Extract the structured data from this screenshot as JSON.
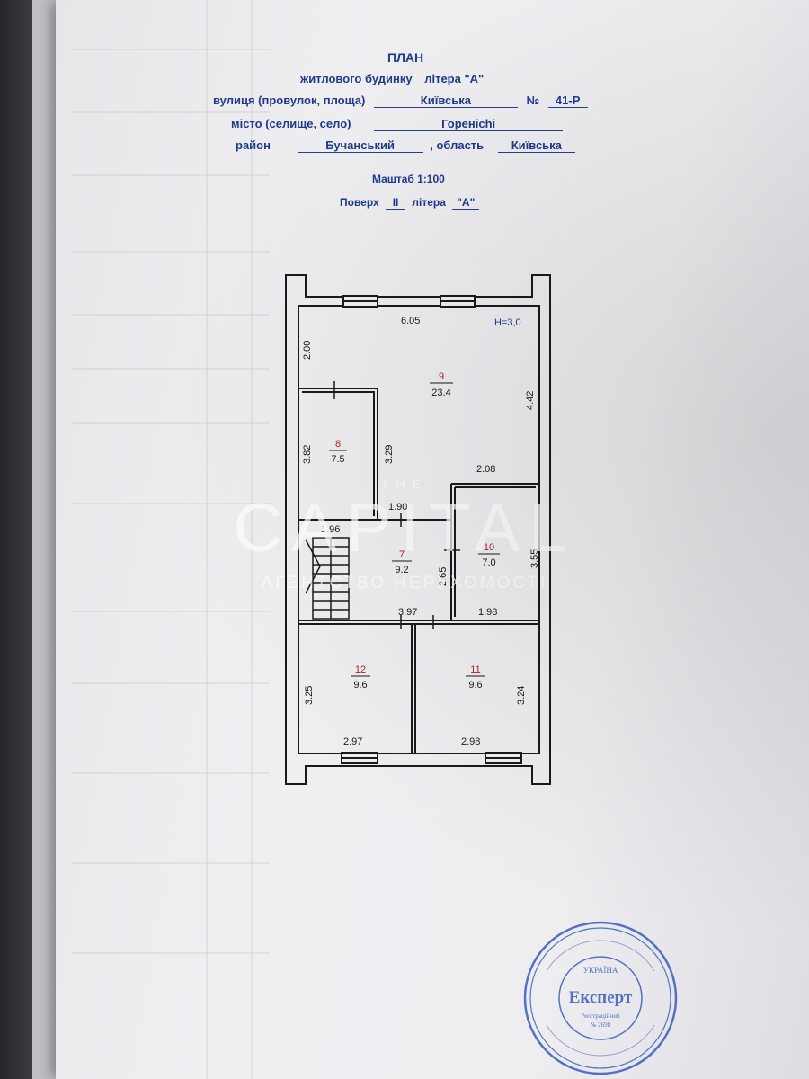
{
  "header": {
    "title": "ПЛАН",
    "subtitle_prefix": "житлового будинку",
    "subtitle_letter": "літера \"А\"",
    "street_label": "вулиця (провулок, площа)",
    "street_value": "Київська",
    "number_label": "№",
    "number_value": "41-Р",
    "city_label": "місто (селище, село)",
    "city_value": "Горенichі",
    "district_label": "район",
    "district_value": "Бучанський",
    "region_label": ", область",
    "region_value": "Київська",
    "scale": "Маштаб 1:100",
    "floor_label": "Поверх",
    "floor_value": "II",
    "floor_letter_label": "літера",
    "floor_letter_value": "\"А\""
  },
  "plan": {
    "height_note": "Н=3,0",
    "rooms": [
      {
        "number": "9",
        "area": "23.4"
      },
      {
        "number": "8",
        "area": "7.5"
      },
      {
        "number": "7",
        "area": "9.2"
      },
      {
        "number": "10",
        "area": "7.0"
      },
      {
        "number": "12",
        "area": "9.6"
      },
      {
        "number": "11",
        "area": "9.6"
      }
    ],
    "dimensions": [
      "6.05",
      "2.00",
      "4.42",
      "3.82",
      "3.29",
      "2.08",
      "1.90",
      "1.96",
      "2.65",
      "3.55",
      "3.97",
      "1.98",
      "3.25",
      "3.24",
      "2.97",
      "2.98"
    ]
  },
  "watermark": {
    "top": "THE",
    "main": "CAPITAL",
    "sub": "АГЕНТСТВО НЕРУХОМОСТІ"
  },
  "stamp": {
    "center": "Експерт",
    "country": "УКРАЇНА",
    "reg": "Реєстраційний",
    "number": "№ 2698"
  },
  "colors": {
    "ink_blue": "#1f3a8a",
    "line_black": "#1a1a1a",
    "room_number_red": "#b32020",
    "stamp_blue": "#3b5bbd"
  }
}
